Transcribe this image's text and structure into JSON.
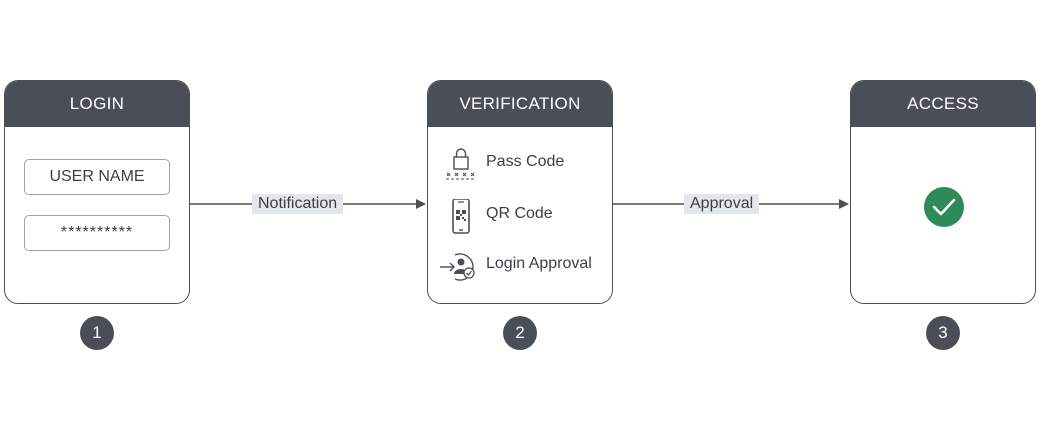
{
  "login": {
    "title": "LOGIN",
    "username_label": "USER NAME",
    "password_mask": "**********",
    "step": "1"
  },
  "verification": {
    "title": "VERIFICATION",
    "methods": [
      {
        "label": "Pass Code",
        "icon": "lock-passcode-icon"
      },
      {
        "label": "QR Code",
        "icon": "phone-qr-icon"
      },
      {
        "label": "Login Approval",
        "icon": "login-approval-icon"
      }
    ],
    "step": "2"
  },
  "access": {
    "title": "ACCESS",
    "icon": "check-icon",
    "step": "3"
  },
  "connectors": {
    "first": "Notification",
    "second": "Approval"
  },
  "colors": {
    "header": "#4a4f57",
    "label_bg": "#e4e6ed",
    "success": "#2f8a5a"
  }
}
